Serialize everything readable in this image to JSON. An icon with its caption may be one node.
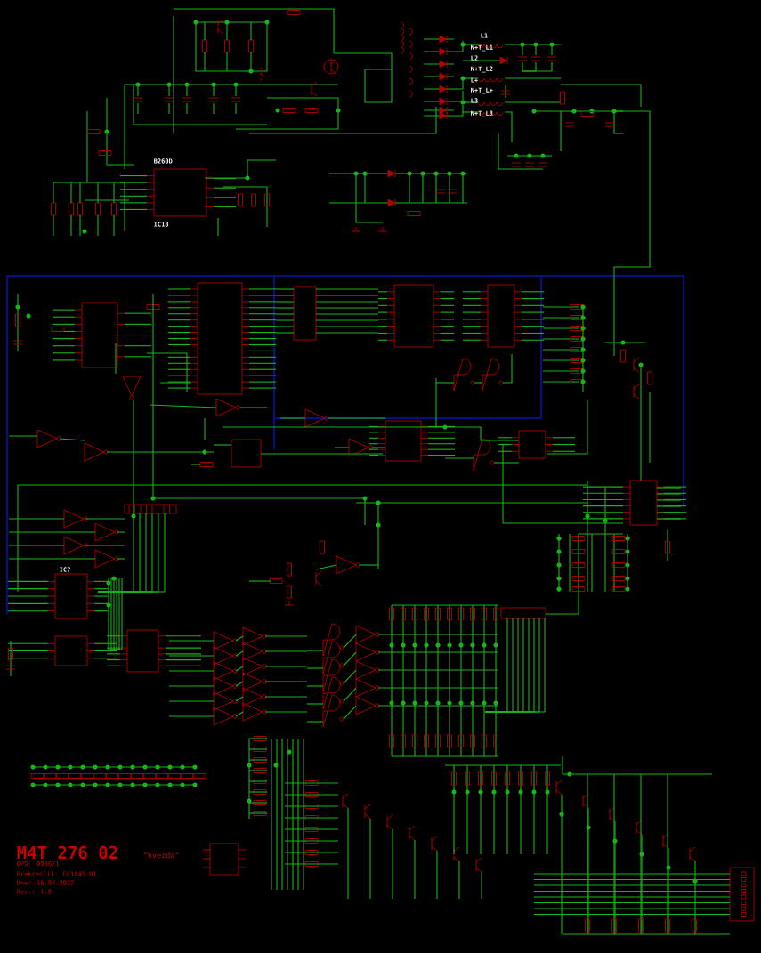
{
  "diagram": {
    "labels": [
      "L1",
      "N+T_L1",
      "L2",
      "N+T_L2",
      "L+",
      "N+T_L+",
      "L3",
      "N+T_L3",
      "B260D",
      "IC18",
      "IC7",
      "M4T 276 02",
      "\"hvezda\"",
      "OP9: 0930/1",
      "Prekreslil: EC1045.01",
      "Dne: 16.07.2022",
      "Rev.: 1.0"
    ]
  }
}
